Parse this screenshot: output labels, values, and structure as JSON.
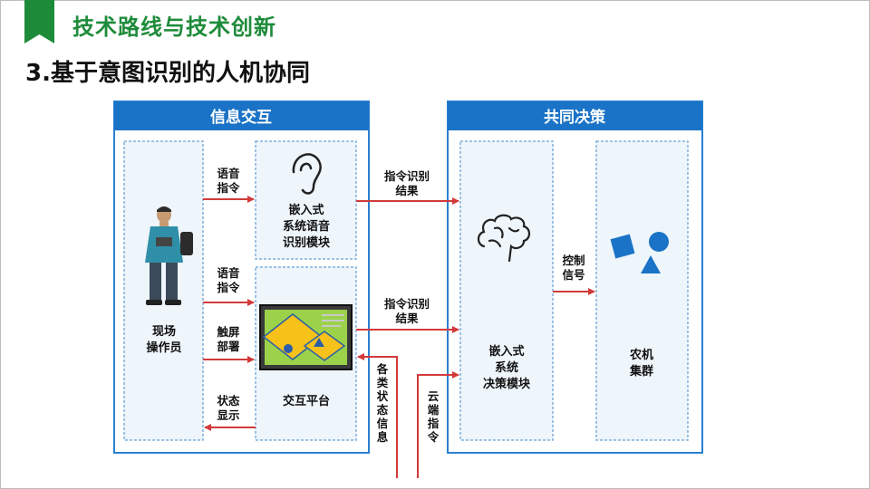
{
  "header": {
    "title": "技术路线与技术创新"
  },
  "subtitle": "3.基于意图识别的人机协同",
  "diagram": {
    "left_panel_title": "信息交互",
    "right_panel_title": "共同决策",
    "operator": [
      "现场",
      "操作员"
    ],
    "speech_module": [
      "嵌入式",
      "系统语音",
      "识别模块"
    ],
    "interaction_platform": "交互平台",
    "decision_module": [
      "嵌入式",
      "系统",
      "决策模块"
    ],
    "farm_cluster": [
      "农机",
      "集群"
    ],
    "labels": {
      "voice_cmd_1": [
        "语音",
        "指令"
      ],
      "voice_cmd_2": [
        "语音",
        "指令"
      ],
      "touch_deploy": [
        "触屏",
        "部署"
      ],
      "status_display": [
        "状态",
        "显示"
      ],
      "recog_result_1": [
        "指令识别",
        "结果"
      ],
      "recog_result_2": [
        "指令识别",
        "结果"
      ],
      "control_signal": [
        "控制",
        "信号"
      ],
      "status_info": [
        "各",
        "类",
        "状",
        "态",
        "信",
        "息"
      ],
      "cloud_cmd": [
        "云",
        "端",
        "指",
        "令"
      ]
    },
    "colors": {
      "panel_header": "#1a73c6",
      "panel_border": "#2a7fd0",
      "inner_fill": "#eef5fb",
      "arrow": "#d23a3a",
      "brand_green": "#1e8b3a"
    },
    "icons": [
      "ear-icon",
      "brain-icon",
      "shapes-icon",
      "person-image",
      "platform-screen-icon"
    ]
  }
}
